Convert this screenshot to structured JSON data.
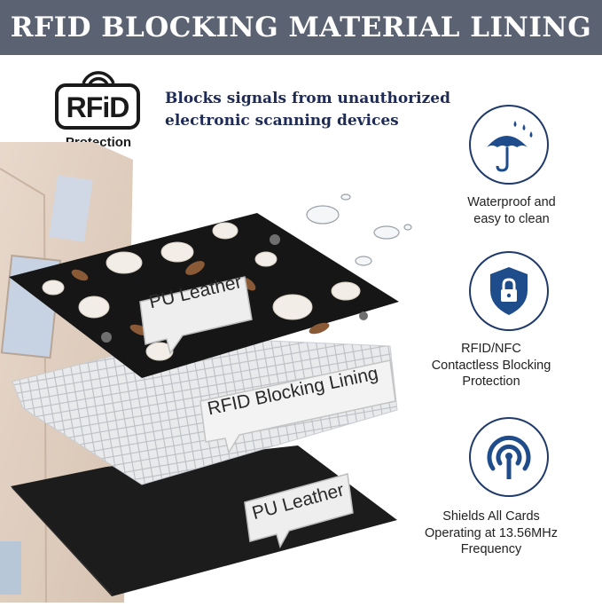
{
  "banner": {
    "title": "RFID BLOCKING MATERIAL LINING"
  },
  "rfid_logo": {
    "text": "RFiD",
    "caption": "Protection"
  },
  "tagline": {
    "line1": "Blocks signals from unauthorized",
    "line2": "electronic scanning devices"
  },
  "layers": [
    {
      "label": "PU Leather"
    },
    {
      "label": "RFID Blocking Lining"
    },
    {
      "label": "PU Leather"
    }
  ],
  "features": [
    {
      "icon": "umbrella-rain-icon",
      "line1": "Waterproof and",
      "line2": "easy to clean",
      "line3": ""
    },
    {
      "icon": "shield-lock-icon",
      "line1": "RFID/NFC",
      "line2": "Contactless Blocking",
      "line3": "Protection"
    },
    {
      "icon": "signal-antenna-icon",
      "line1": "Shields All Cards",
      "line2": "Operating at 13.56MHz",
      "line3": "Frequency"
    }
  ],
  "colors": {
    "banner_bg": "#5b6272",
    "icon_blue": "#1f4d8c",
    "tagline_navy": "#1e2b55"
  }
}
